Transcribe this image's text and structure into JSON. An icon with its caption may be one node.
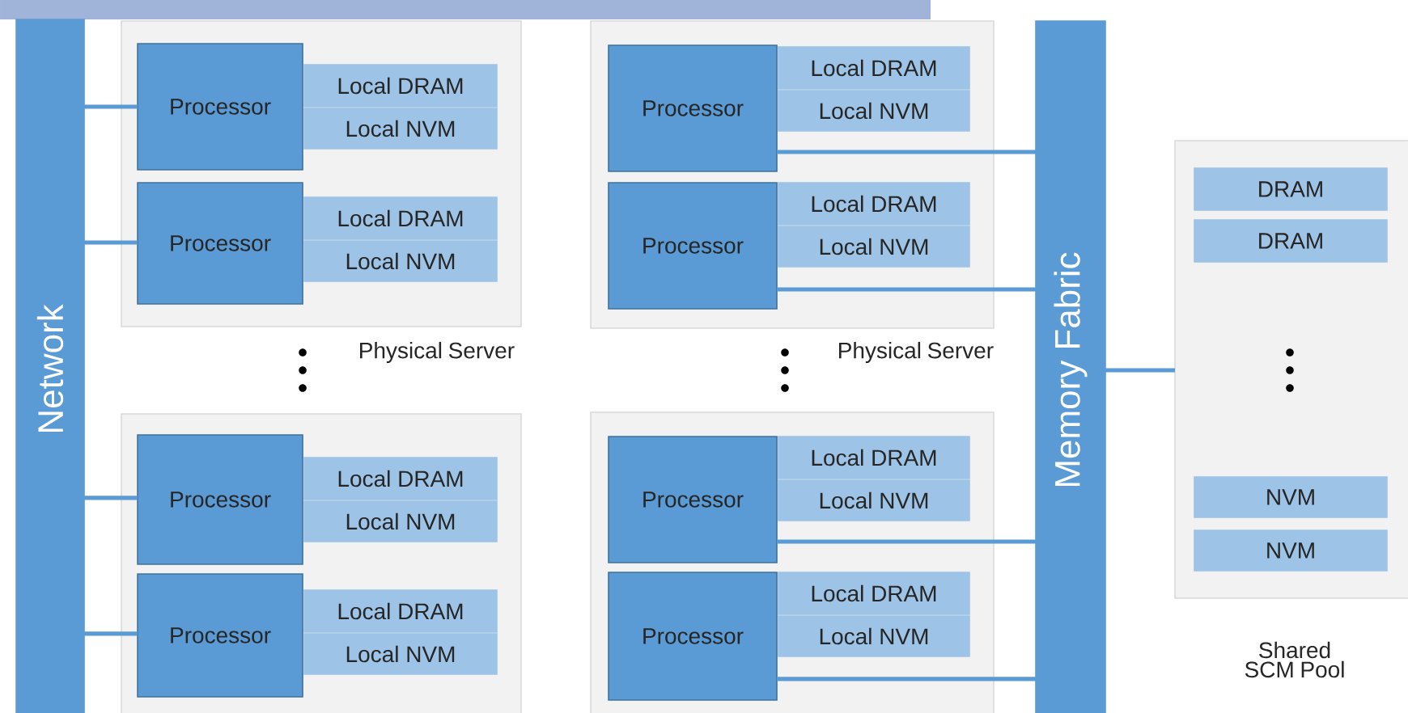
{
  "diagram": {
    "nodes": [
      {
        "text": [
          "Network"
        ]
      },
      {
        "text": [],
        "shape": "box",
        "beside": [
          "Physical Server"
        ]
      },
      {
        "text": [
          "Processor"
        ],
        "in": 1
      },
      {
        "text": [
          "Local DRAM"
        ],
        "in": 1
      },
      {
        "text": [
          "Local NVM"
        ],
        "in": 1
      },
      {
        "text": [
          "Processor"
        ],
        "in": 1
      },
      {
        "text": [
          "Local DRAM"
        ],
        "in": 1
      },
      {
        "text": [
          "Local NVM"
        ],
        "in": 1
      },
      {
        "text": [],
        "shape": "box",
        "beside": [
          "Physical Server"
        ]
      },
      {
        "text": [
          "Processor"
        ],
        "in": 8
      },
      {
        "text": [
          "Local DRAM"
        ],
        "in": 8
      },
      {
        "text": [
          "Local NVM"
        ],
        "in": 8
      },
      {
        "text": [
          "Processor"
        ],
        "in": 8
      },
      {
        "text": [
          "Local DRAM"
        ],
        "in": 8
      },
      {
        "text": [
          "Local NVM"
        ],
        "in": 8
      },
      {
        "text": [
          "Memory Fabric"
        ]
      },
      {
        "text": [],
        "shape": "box",
        "beside": [
          "Shared SCM Pool"
        ]
      },
      {
        "text": [
          "DRAM"
        ],
        "in": 16
      },
      {
        "text": [
          "DRAM"
        ],
        "in": 16
      },
      {
        "text": [
          "NVM"
        ],
        "in": 16
      },
      {
        "text": [
          "NVM"
        ],
        "in": 16
      },
      {
        "text": [],
        "shape": "box"
      },
      {
        "text": [
          "Processor"
        ],
        "in": 21
      },
      {
        "text": [
          "Local DRAM"
        ],
        "in": 21
      },
      {
        "text": [
          "Local NVM"
        ],
        "in": 21
      },
      {
        "text": [
          "Processor"
        ],
        "in": 21
      },
      {
        "text": [
          "Local DRAM"
        ],
        "in": 21
      },
      {
        "text": [
          "Local NVM"
        ],
        "in": 21
      },
      {
        "text": [],
        "shape": "box"
      },
      {
        "text": [
          "Processor"
        ],
        "in": 28
      },
      {
        "text": [
          "Local DRAM"
        ],
        "in": 28
      },
      {
        "text": [
          "Local NVM"
        ],
        "in": 28
      },
      {
        "text": [
          "Processor"
        ],
        "in": 28
      },
      {
        "text": [
          "Local DRAM"
        ],
        "in": 28
      },
      {
        "text": [
          "Local NVM"
        ],
        "in": 28
      }
    ],
    "edges": [
      {
        "from": 0,
        "to": 2,
        "arrow": "none"
      },
      {
        "from": 0,
        "to": 5,
        "arrow": "none"
      },
      {
        "from": 0,
        "to": 22,
        "arrow": "none"
      },
      {
        "from": 0,
        "to": 25,
        "arrow": "none"
      },
      {
        "from": 9,
        "to": 15,
        "arrow": "none"
      },
      {
        "from": 12,
        "to": 15,
        "arrow": "none"
      },
      {
        "from": 29,
        "to": 15,
        "arrow": "none"
      },
      {
        "from": 32,
        "to": 15,
        "arrow": "none"
      },
      {
        "from": 15,
        "to": 16,
        "arrow": "none"
      }
    ]
  }
}
